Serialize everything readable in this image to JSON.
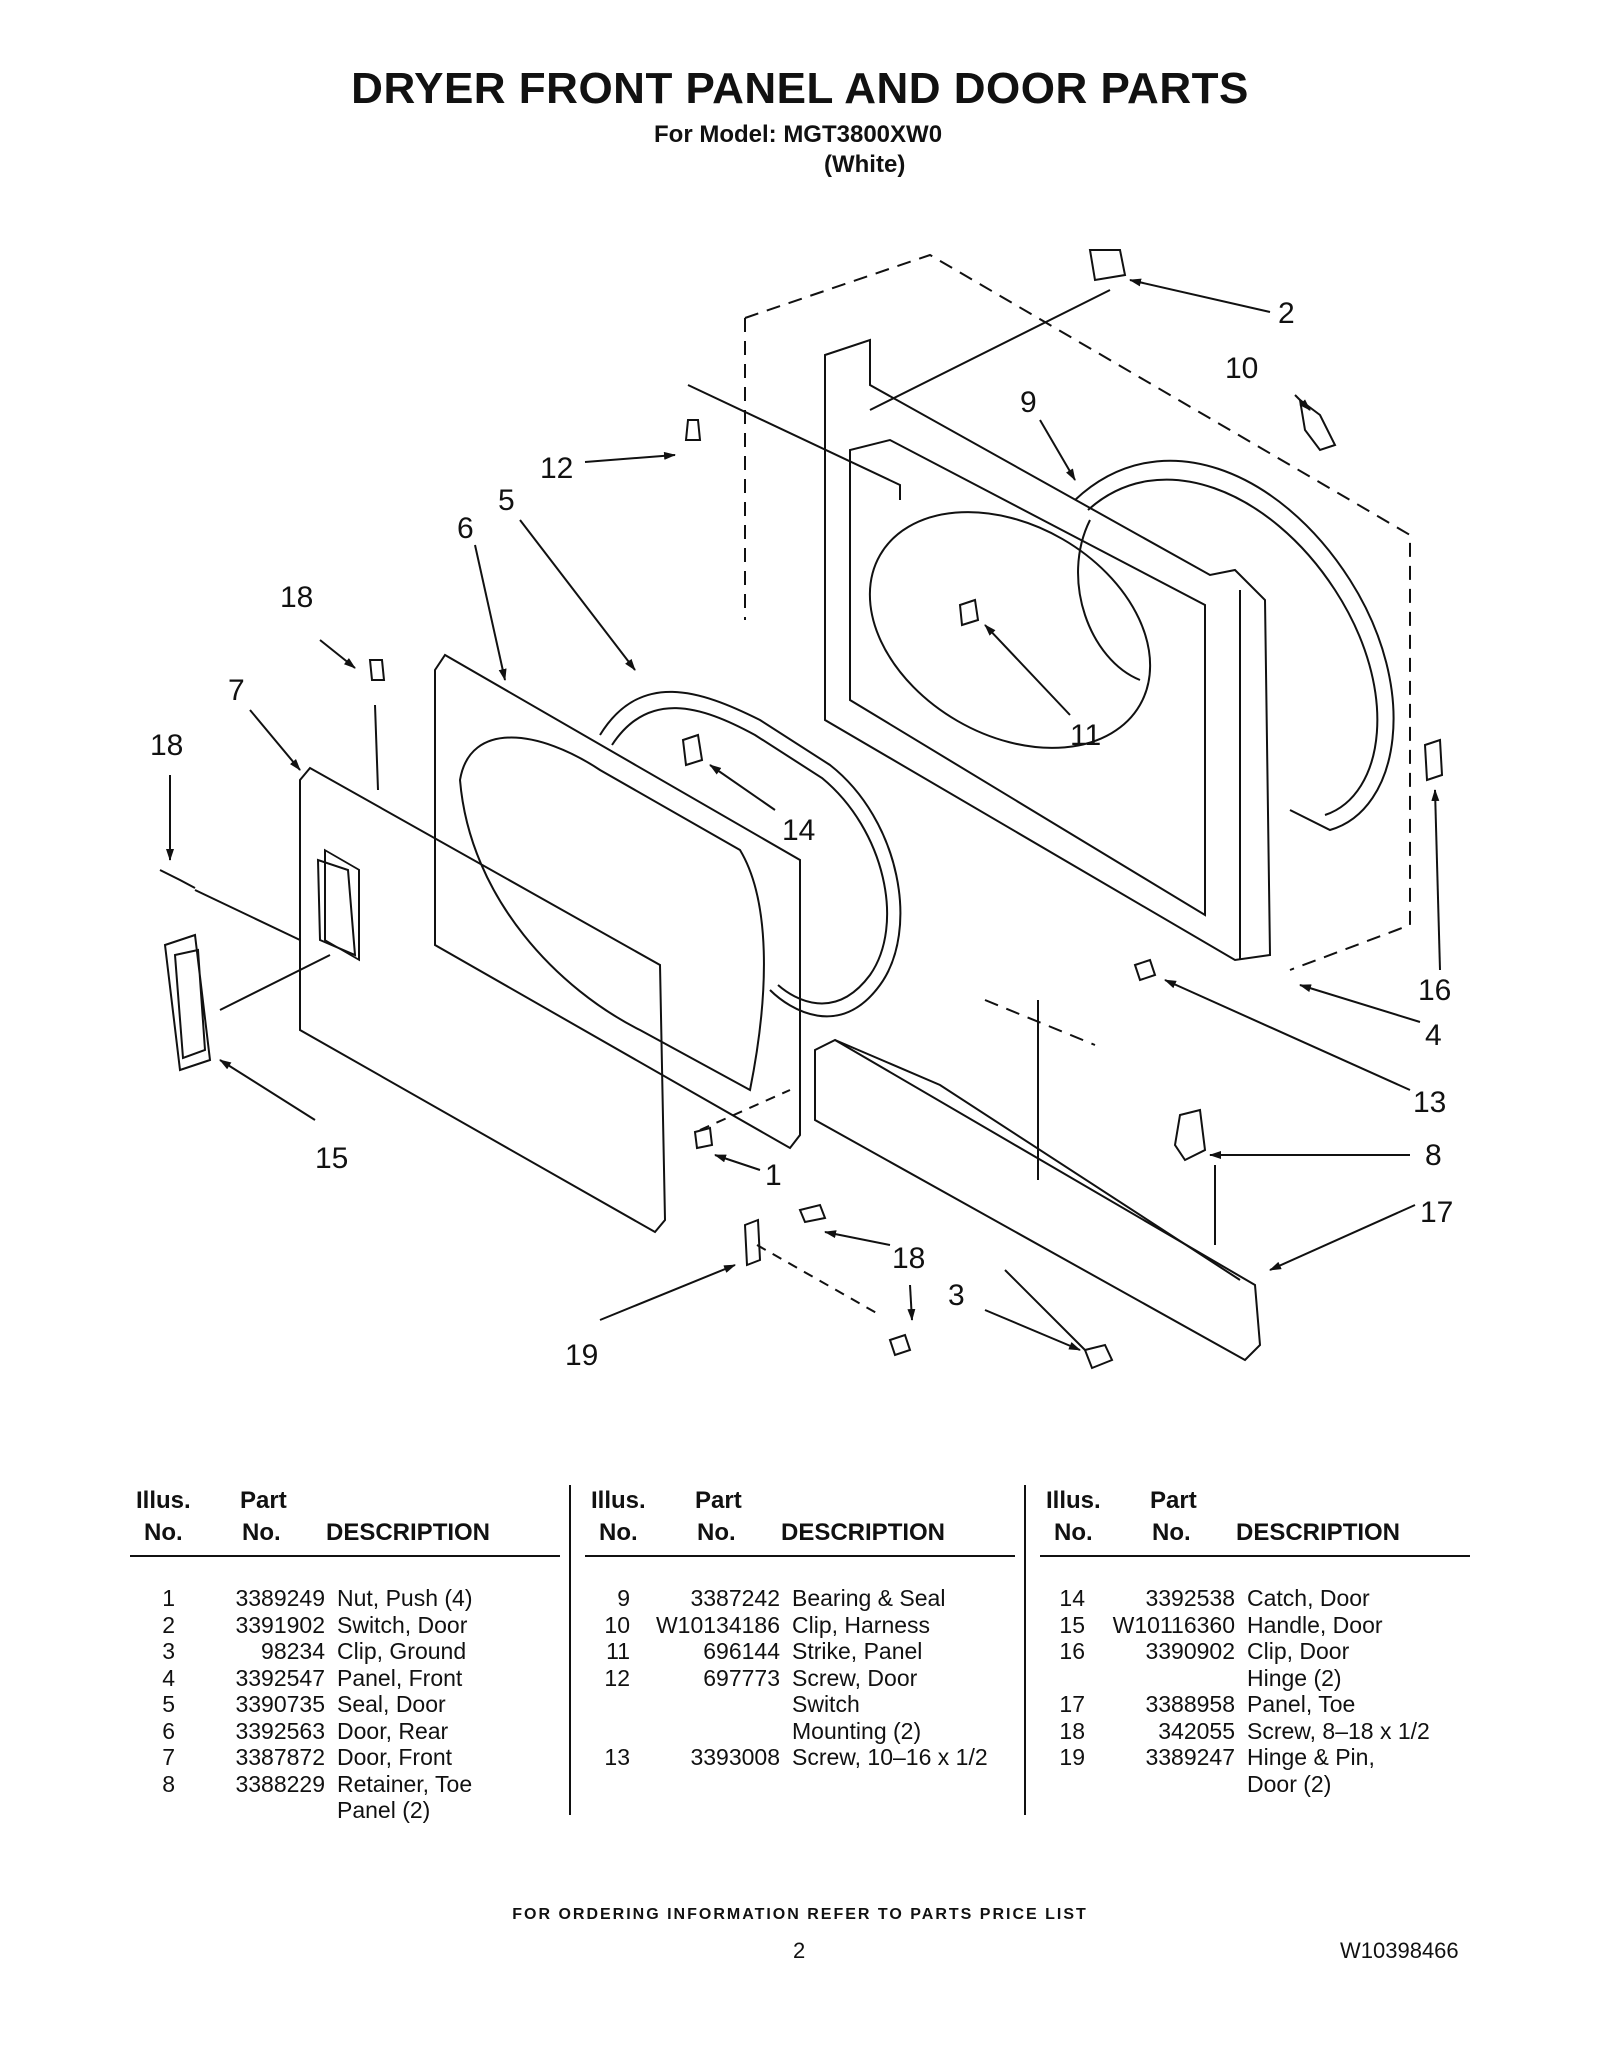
{
  "title": "DRYER FRONT PANEL AND DOOR PARTS",
  "model_line": "For Model: MGT3800XW0",
  "color_line": "(White)",
  "callouts": [
    "1",
    "2",
    "3",
    "4",
    "5",
    "6",
    "7",
    "8",
    "9",
    "10",
    "11",
    "12",
    "13",
    "14",
    "15",
    "16",
    "17",
    "18",
    "18",
    "18",
    "19"
  ],
  "table_header": {
    "illus": "Illus.",
    "no": "No.",
    "part": "Part",
    "part_no": "No.",
    "description": "DESCRIPTION"
  },
  "columns": [
    [
      {
        "illus": "1",
        "part": "3389249",
        "desc": "Nut, Push (4)"
      },
      {
        "illus": "2",
        "part": "3391902",
        "desc": "Switch, Door"
      },
      {
        "illus": "3",
        "part": "98234",
        "desc": "Clip, Ground"
      },
      {
        "illus": "4",
        "part": "3392547",
        "desc": "Panel, Front"
      },
      {
        "illus": "5",
        "part": "3390735",
        "desc": "Seal, Door"
      },
      {
        "illus": "6",
        "part": "3392563",
        "desc": "Door, Rear"
      },
      {
        "illus": "7",
        "part": "3387872",
        "desc": "Door, Front"
      },
      {
        "illus": "8",
        "part": "3388229",
        "desc": "Retainer, Toe\nPanel (2)"
      }
    ],
    [
      {
        "illus": "9",
        "part": "3387242",
        "desc": "Bearing & Seal"
      },
      {
        "illus": "10",
        "part": "W10134186",
        "desc": "Clip, Harness"
      },
      {
        "illus": "11",
        "part": "696144",
        "desc": "Strike, Panel"
      },
      {
        "illus": "12",
        "part": "697773",
        "desc": "Screw, Door\nSwitch\nMounting (2)"
      },
      {
        "illus": "13",
        "part": "3393008",
        "desc": "Screw, 10–16 x 1/2"
      }
    ],
    [
      {
        "illus": "14",
        "part": "3392538",
        "desc": "Catch, Door"
      },
      {
        "illus": "15",
        "part": "W10116360",
        "desc": "Handle, Door"
      },
      {
        "illus": "16",
        "part": "3390902",
        "desc": "Clip, Door\nHinge (2)"
      },
      {
        "illus": "17",
        "part": "3388958",
        "desc": "Panel, Toe"
      },
      {
        "illus": "18",
        "part": "342055",
        "desc": "Screw, 8–18 x 1/2"
      },
      {
        "illus": "19",
        "part": "3389247",
        "desc": "Hinge & Pin,\nDoor (2)"
      }
    ]
  ],
  "footer": "FOR ORDERING INFORMATION REFER TO PARTS PRICE LIST",
  "page_number": "2",
  "document_number": "W10398466"
}
